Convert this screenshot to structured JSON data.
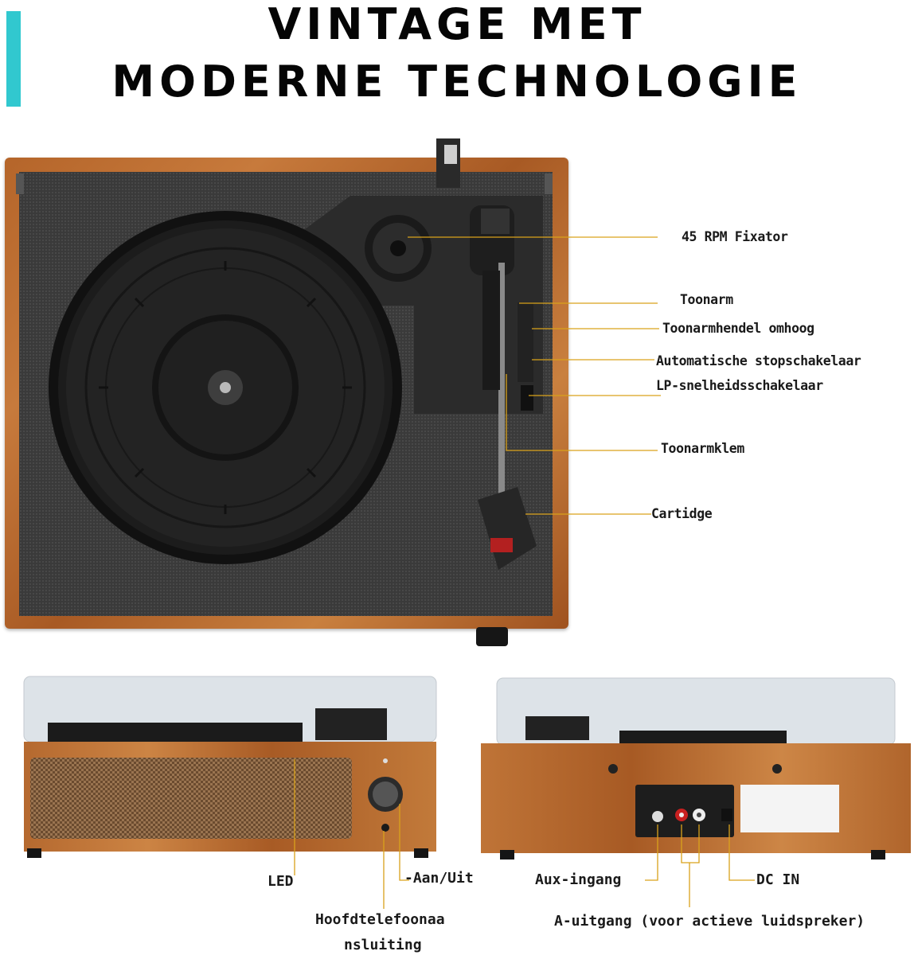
{
  "title": {
    "line1": "VINTAGE MET",
    "line2": "MODERNE TECHNOLOGIE"
  },
  "colors": {
    "accent": "#31c8cf",
    "callout_line": "#d9a21b",
    "wood": "#b8672e",
    "deck": "#3a3a3a"
  },
  "top_callouts": [
    "45 RPM Fixator",
    "Toonarm",
    "Toonarmhendel omhoog",
    "Automatische stopschakelaar",
    "LP-snelheidsschakelaar",
    "Toonarmklem",
    "Cartidge"
  ],
  "front_callouts": {
    "led": "LED",
    "power": "-Aan/Uit",
    "headphone_line1": "Hoofdtelefoonaa",
    "headphone_line2": "nsluiting"
  },
  "back_callouts": {
    "aux": "Aux-ingang",
    "dc": "DC IN",
    "output": "A-uitgang (voor actieve luidspreker)"
  }
}
